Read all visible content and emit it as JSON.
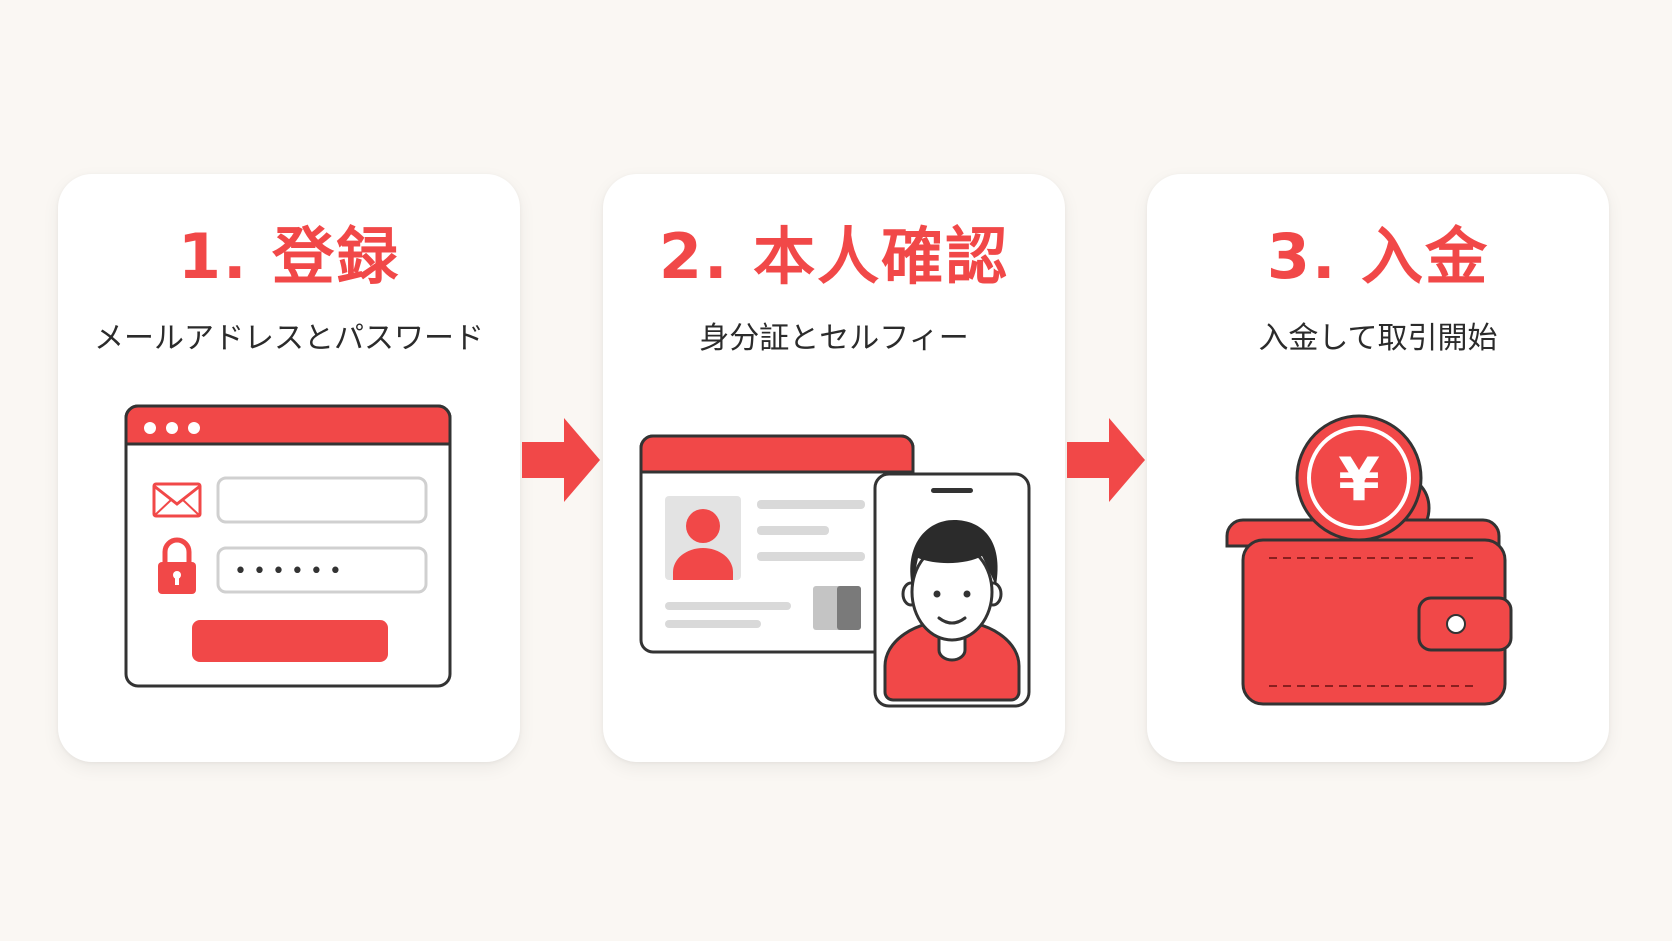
{
  "colors": {
    "accent": "#f14848",
    "background": "#faf7f3",
    "card": "#ffffff",
    "outline": "#333333",
    "muted": "#d9d9d9"
  },
  "steps": [
    {
      "title": "1. 登録",
      "subtitle": "メールアドレスとパスワード",
      "illustration": "registration-form-icon"
    },
    {
      "title": "2. 本人確認",
      "subtitle": "身分証とセルフィー",
      "illustration": "id-card-and-selfie-icon"
    },
    {
      "title": "3. 入金",
      "subtitle": "入金して取引開始",
      "illustration": "wallet-yen-coin-icon"
    }
  ],
  "arrows": [
    "arrow-right-icon",
    "arrow-right-icon"
  ],
  "form": {
    "password_mask": "••••••"
  },
  "coin_symbol": "¥"
}
